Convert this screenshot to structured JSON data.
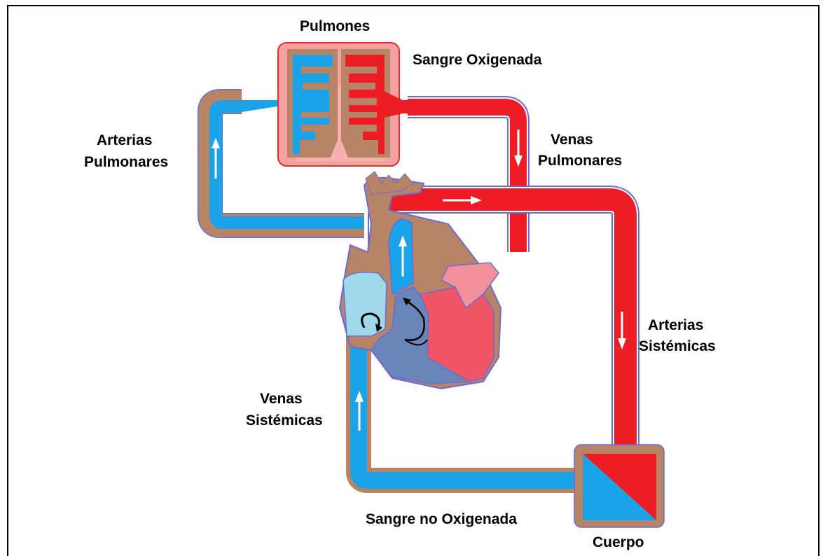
{
  "labels": {
    "lungs": "Pulmones",
    "oxygenated_blood": "Sangre Oxigenada",
    "pulmonary_veins_1": "Venas",
    "pulmonary_veins_2": "Pulmonares",
    "pulmonary_arteries_1": "Arterias",
    "pulmonary_arteries_2": "Pulmonares",
    "systemic_arteries_1": "Arterias",
    "systemic_arteries_2": "Sistémicas",
    "systemic_veins_1": "Venas",
    "systemic_veins_2": "Sistémicas",
    "deoxygenated_blood": "Sangre no Oxigenada",
    "body": "Cuerpo"
  },
  "colors": {
    "oxygenated": "#ee1c25",
    "deoxygenated": "#1aa3e8",
    "tissue": "#b88466",
    "lung_bg": "#f4a0a0",
    "lung_border": "#e03030",
    "outline": "#6b6bd6",
    "atrium_light": "#9fd8ea",
    "ventricle_dark": "#6a86b8",
    "ventricle_red": "#f05565",
    "atrium_pink": "#f4909a"
  }
}
